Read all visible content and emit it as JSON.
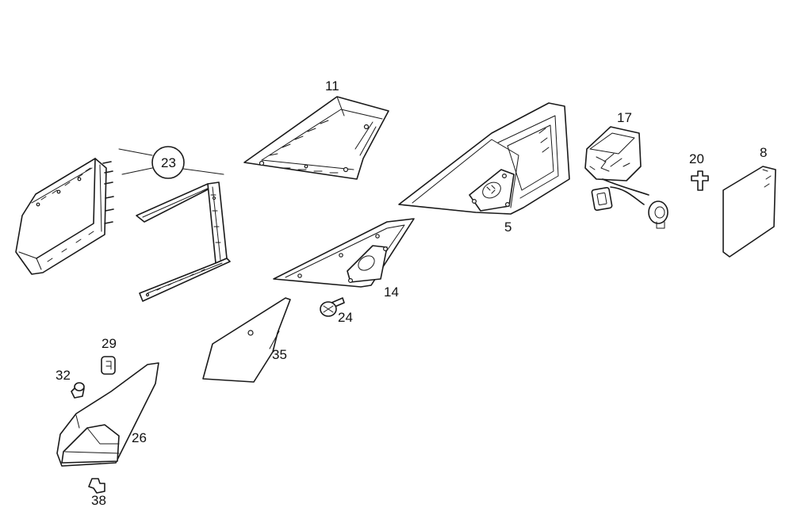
{
  "labels": {
    "p11": "11",
    "p23": "23",
    "p5": "5",
    "p17": "17",
    "p20": "20",
    "p8": "8",
    "p14": "14",
    "p24": "24",
    "p29": "29",
    "p35": "35",
    "p32": "32",
    "p26": "26",
    "p38": "38"
  }
}
